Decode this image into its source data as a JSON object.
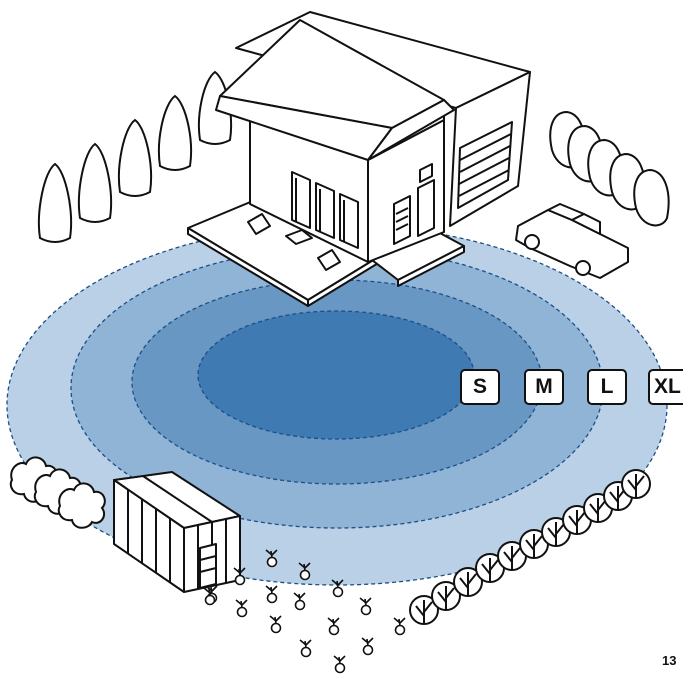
{
  "zones": {
    "colors": {
      "xl": "#b9d0e6",
      "l": "#8fb4d6",
      "m": "#6897c4",
      "s": "#3f7ab3",
      "outline": "#1d4f86"
    },
    "labels": {
      "s": "S",
      "m": "M",
      "l": "L",
      "xl": "XL"
    }
  },
  "page_number": "13",
  "icons": [
    "house",
    "garage",
    "pickup-truck",
    "tree",
    "shrub",
    "greenhouse",
    "plant-sprout"
  ]
}
